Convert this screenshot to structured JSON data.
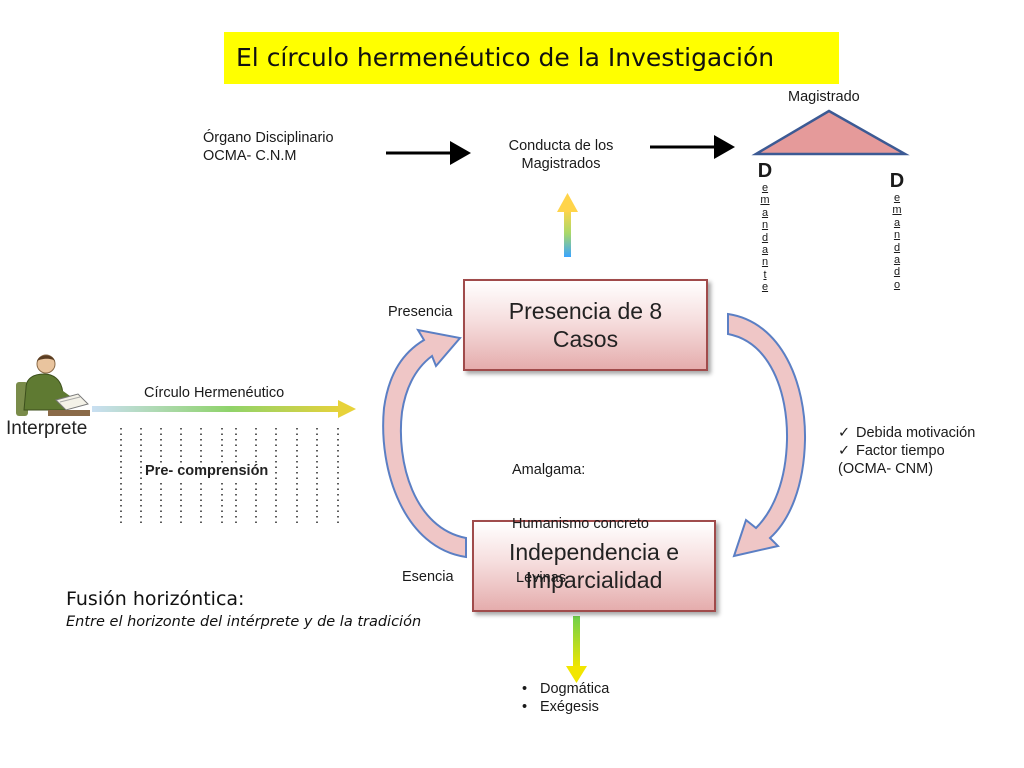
{
  "title": "El círculo hermenéutico de la Investigación",
  "labels": {
    "organo_line1": "Órgano Disciplinario",
    "organo_line2": "OCMA- C.N.M",
    "conducta_line1": "Conducta de los",
    "conducta_line2": "Magistrados",
    "magistrado": "Magistrado",
    "presencia": "Presencia",
    "esencia": "Esencia",
    "circulo": "Círculo Hermenéutico",
    "interprete": "Interprete",
    "precomprension": "Pre- comprensión",
    "amalgama_line1": "Amalgama:",
    "amalgama_line2": "Humanismo concreto",
    "amalgama_line3": " Levinas",
    "factor_extra": "(OCMA- CNM)"
  },
  "boxes": {
    "presencia_casos_line1": "Presencia de 8",
    "presencia_casos_line2": "Casos",
    "independencia_line1": "Independencia e",
    "independencia_line2": "Imparcialidad"
  },
  "demandante": {
    "initial": "D",
    "letters": [
      "e",
      "m",
      "a",
      "n",
      "d",
      "a",
      "n",
      "t",
      "e"
    ]
  },
  "demandado": {
    "initial": "D",
    "letters": [
      "e",
      "m",
      "a",
      "n",
      "d",
      "a",
      "d",
      "o"
    ]
  },
  "checklist": [
    "Debida motivación",
    "Factor tiempo"
  ],
  "bullets": [
    "Dogmática",
    "Exégesis"
  ],
  "fusion": {
    "heading": "Fusión horizóntica:",
    "sub": "Entre el horizonte del intérprete y de la tradición"
  },
  "colors": {
    "title_bg": "#ffff00",
    "box_border": "#a04b4b",
    "arrow_pink": "#efc6c6",
    "arrow_stroke": "#5b7fc4",
    "triangle_fill": "#e59a9a",
    "triangle_stroke": "#3c5a94"
  },
  "icons": {
    "interpreter": "person-reading-icon",
    "checkmark": "checkmark-icon",
    "bullet": "bullet-icon"
  }
}
